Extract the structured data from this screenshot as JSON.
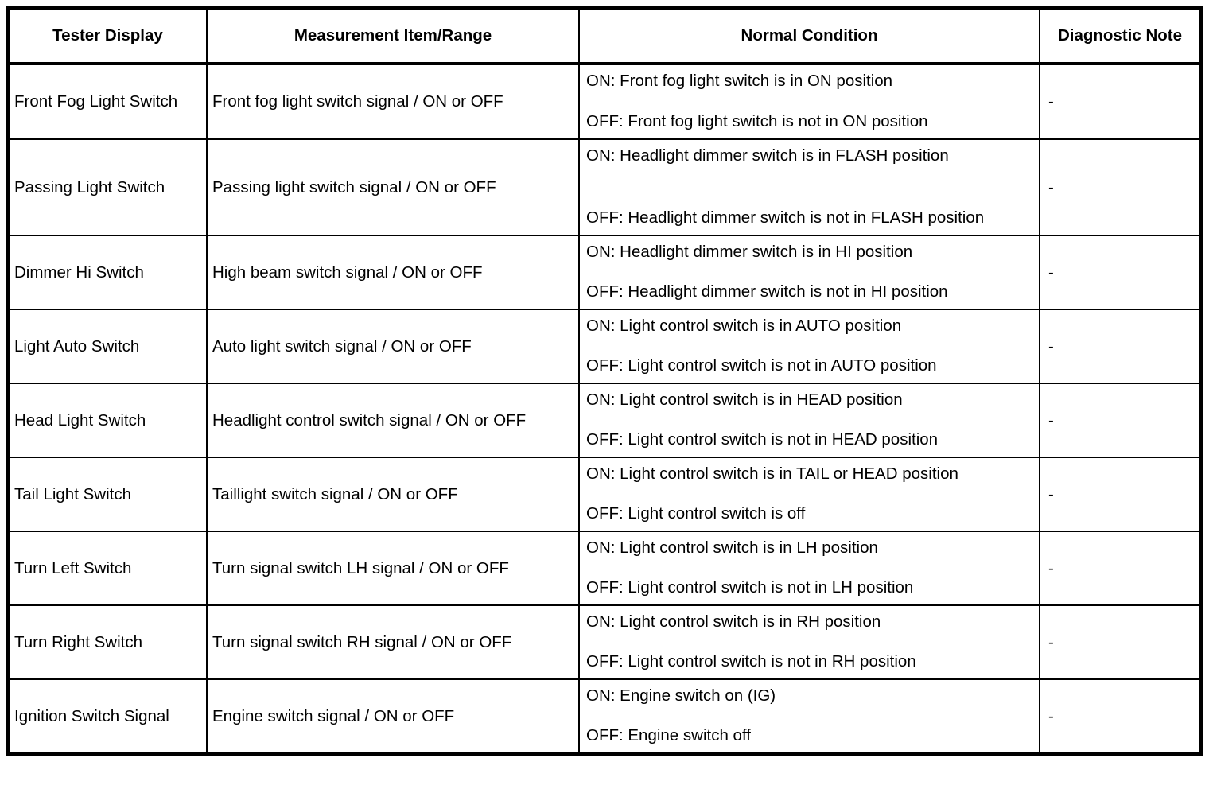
{
  "table": {
    "headers": {
      "tester_display": "Tester Display",
      "measurement": "Measurement Item/Range",
      "normal_condition": "Normal Condition",
      "diagnostic_note": "Diagnostic Note"
    },
    "rows": [
      {
        "tester_display": "Front Fog Light Switch",
        "measurement": "Front fog light switch signal / ON or OFF",
        "condition_on": "ON: Front fog light switch is in ON position",
        "condition_off": "OFF: Front fog light switch is not in ON position",
        "note": "-"
      },
      {
        "tester_display": "Passing Light Switch",
        "measurement": "Passing light switch signal / ON or OFF",
        "condition_on": "ON: Headlight dimmer switch is in FLASH position",
        "condition_off": "OFF: Headlight dimmer switch is not in FLASH position",
        "note": "-"
      },
      {
        "tester_display": "Dimmer Hi Switch",
        "measurement": "High beam switch signal / ON or OFF",
        "condition_on": "ON: Headlight dimmer switch is in HI position",
        "condition_off": "OFF: Headlight dimmer switch is not in HI position",
        "note": "-"
      },
      {
        "tester_display": "Light Auto Switch",
        "measurement": "Auto light switch signal / ON or OFF",
        "condition_on": "ON: Light control switch is in AUTO position",
        "condition_off": "OFF: Light control switch is not in AUTO position",
        "note": "-"
      },
      {
        "tester_display": "Head Light Switch",
        "measurement": "Headlight control switch signal / ON or OFF",
        "condition_on": "ON: Light control switch is in HEAD position",
        "condition_off": "OFF: Light control switch is not in HEAD position",
        "note": "-"
      },
      {
        "tester_display": "Tail Light Switch",
        "measurement": "Taillight switch signal / ON or OFF",
        "condition_on": "ON: Light control switch is in TAIL or HEAD position",
        "condition_off": "OFF: Light control switch is off",
        "note": "-"
      },
      {
        "tester_display": "Turn Left Switch",
        "measurement": "Turn signal switch LH signal / ON or OFF",
        "condition_on": "ON: Light control switch is in LH position",
        "condition_off": "OFF: Light control switch is not in LH position",
        "note": "-"
      },
      {
        "tester_display": "Turn Right Switch",
        "measurement": "Turn signal switch RH signal / ON or OFF",
        "condition_on": "ON: Light control switch is in RH position",
        "condition_off": "OFF: Light control switch is not in RH position",
        "note": "-"
      },
      {
        "tester_display": "Ignition Switch Signal",
        "measurement": "Engine switch signal / ON or OFF",
        "condition_on": "ON: Engine switch on (IG)",
        "condition_off": "OFF: Engine switch off",
        "note": "-"
      }
    ]
  },
  "colors": {
    "border": "#000000",
    "background": "#ffffff",
    "text": "#000000"
  }
}
